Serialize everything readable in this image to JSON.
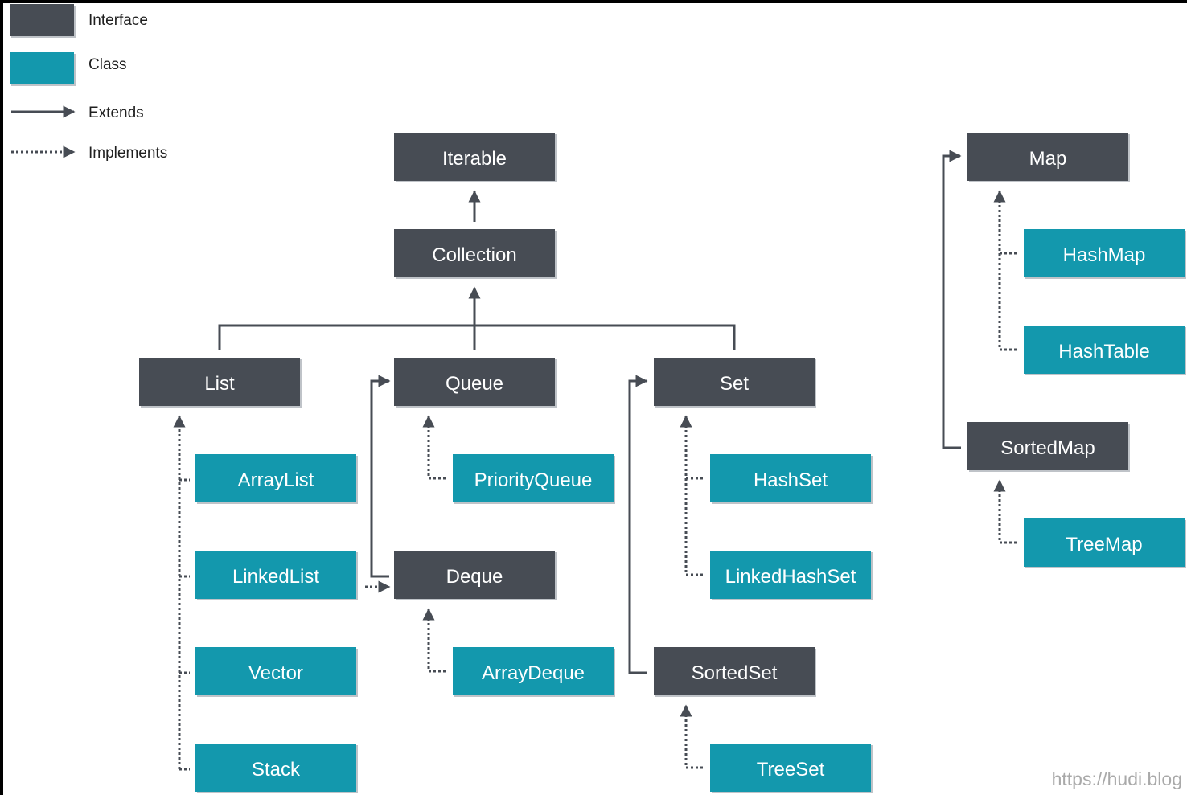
{
  "colors": {
    "interface": "#474c54",
    "class": "#1398ad",
    "shadow": "#bfc3c8",
    "line": "#474c54"
  },
  "legend": {
    "interface": "Interface",
    "class": "Class",
    "extends": "Extends",
    "implements": "Implements"
  },
  "nodes": {
    "iterable": "Iterable",
    "collection": "Collection",
    "list": "List",
    "queue": "Queue",
    "set": "Set",
    "deque": "Deque",
    "sorted_set": "SortedSet",
    "map": "Map",
    "sorted_map": "SortedMap",
    "array_list": "ArrayList",
    "linked_list": "LinkedList",
    "vector": "Vector",
    "stack": "Stack",
    "priority_queue": "PriorityQueue",
    "array_deque": "ArrayDeque",
    "hash_set": "HashSet",
    "linked_hash_set": "LinkedHashSet",
    "tree_set": "TreeSet",
    "hash_map": "HashMap",
    "hash_table": "HashTable",
    "tree_map": "TreeMap"
  },
  "watermark": "https://hudi.blog"
}
